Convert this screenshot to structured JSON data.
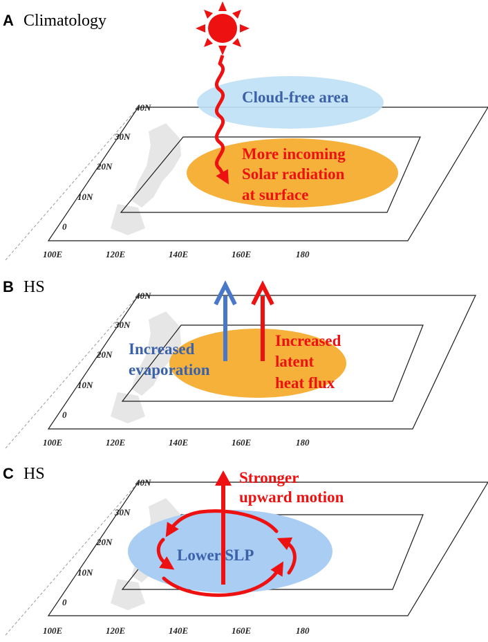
{
  "panels": [
    {
      "letter": "A",
      "title": "Climatology",
      "ylabels": [
        "40N",
        "30N",
        "20N",
        "10N",
        "0"
      ],
      "xlabels": [
        "100E",
        "120E",
        "140E",
        "160E",
        "180"
      ],
      "labels": {
        "cloud": "Cloud-free area",
        "solar1": "More incoming",
        "solar2": "Solar radiation",
        "solar3": "at surface"
      }
    },
    {
      "letter": "B",
      "title": "HS",
      "ylabels": [
        "40N",
        "30N",
        "20N",
        "10N",
        "0"
      ],
      "xlabels": [
        "100E",
        "120E",
        "140E",
        "160E",
        "180"
      ],
      "labels": {
        "evap1": "Increased",
        "evap2": "evaporation",
        "lh1": "Increased",
        "lh2": "latent",
        "lh3": "heat flux"
      }
    },
    {
      "letter": "C",
      "title": "HS",
      "ylabels": [
        "40N",
        "30N",
        "20N",
        "10N",
        "0"
      ],
      "xlabels": [
        "100E",
        "120E",
        "140E",
        "160E",
        "180"
      ],
      "labels": {
        "up1": "Stronger",
        "up2": "upward motion",
        "slp": "Lower SLP"
      }
    }
  ],
  "colors": {
    "red": "#ee1111",
    "blue_text": "#3b62a8",
    "orange_ellipse": "#f6b13b",
    "light_blue_ellipse": "#bfe0f5",
    "slp_blue": "#a9cdf3",
    "blue_arrow": "#4a78c8"
  }
}
